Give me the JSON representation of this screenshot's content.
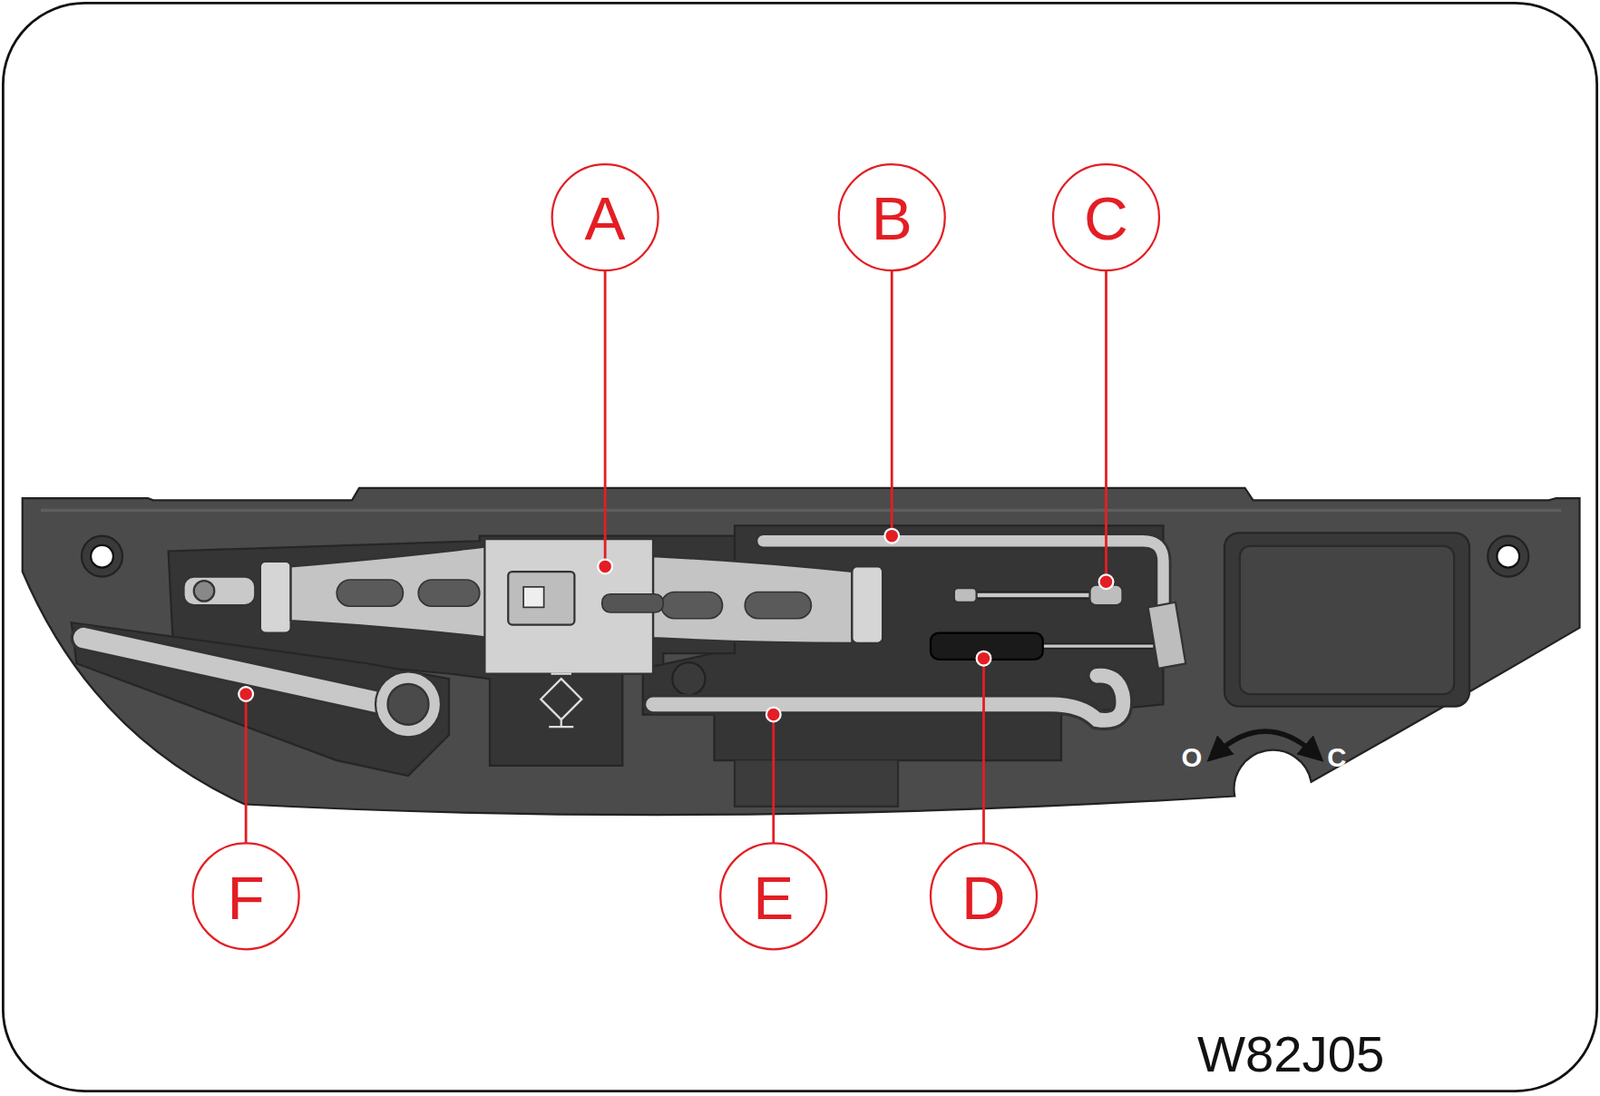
{
  "diagram": {
    "labels": [
      "A",
      "B",
      "C",
      "O",
      "C",
      "F",
      "E",
      "D",
      "W82J05"
    ]
  }
}
